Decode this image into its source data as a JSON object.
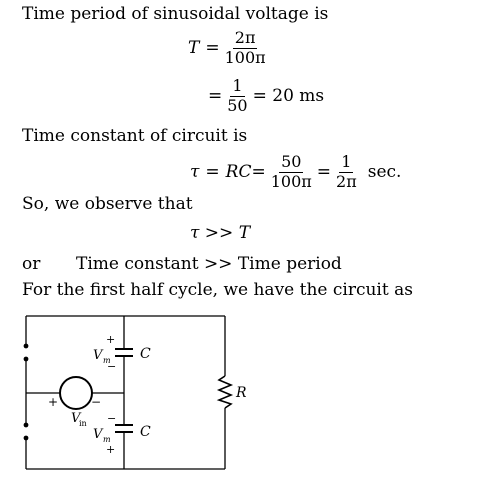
{
  "lines": {
    "l1": "Time period of sinusoidal voltage is",
    "l2": "Time constant of circuit is",
    "l3": "So, we observe that",
    "l4_or": "or",
    "l4_text": "Time constant >> Time period",
    "l5": "For the first half cycle, we have the circuit as"
  },
  "eq1": {
    "lhs": "T",
    "op": "=",
    "num": "2π",
    "den": "100π"
  },
  "eq2": {
    "op1": "=",
    "num": "1",
    "den": "50",
    "rhs": "= 20 ms"
  },
  "eq3": {
    "lhs": "τ",
    "op1": "=",
    "rc": "RC",
    "op2": "=",
    "num1": "50",
    "den1": "100π",
    "op3": "=",
    "num2": "1",
    "den2": "2π",
    "unit": "sec."
  },
  "eq4": {
    "text": "τ >> T"
  },
  "circuit": {
    "cap_top_label": "C",
    "cap_bottom_label": "C",
    "resistor_label": "R",
    "vm_top": "V",
    "vm_top_sub": "m",
    "vm_bottom": "V",
    "vm_bottom_sub": "m",
    "vin": "V",
    "vin_sub": "in",
    "plus": "+",
    "minus": "−"
  }
}
